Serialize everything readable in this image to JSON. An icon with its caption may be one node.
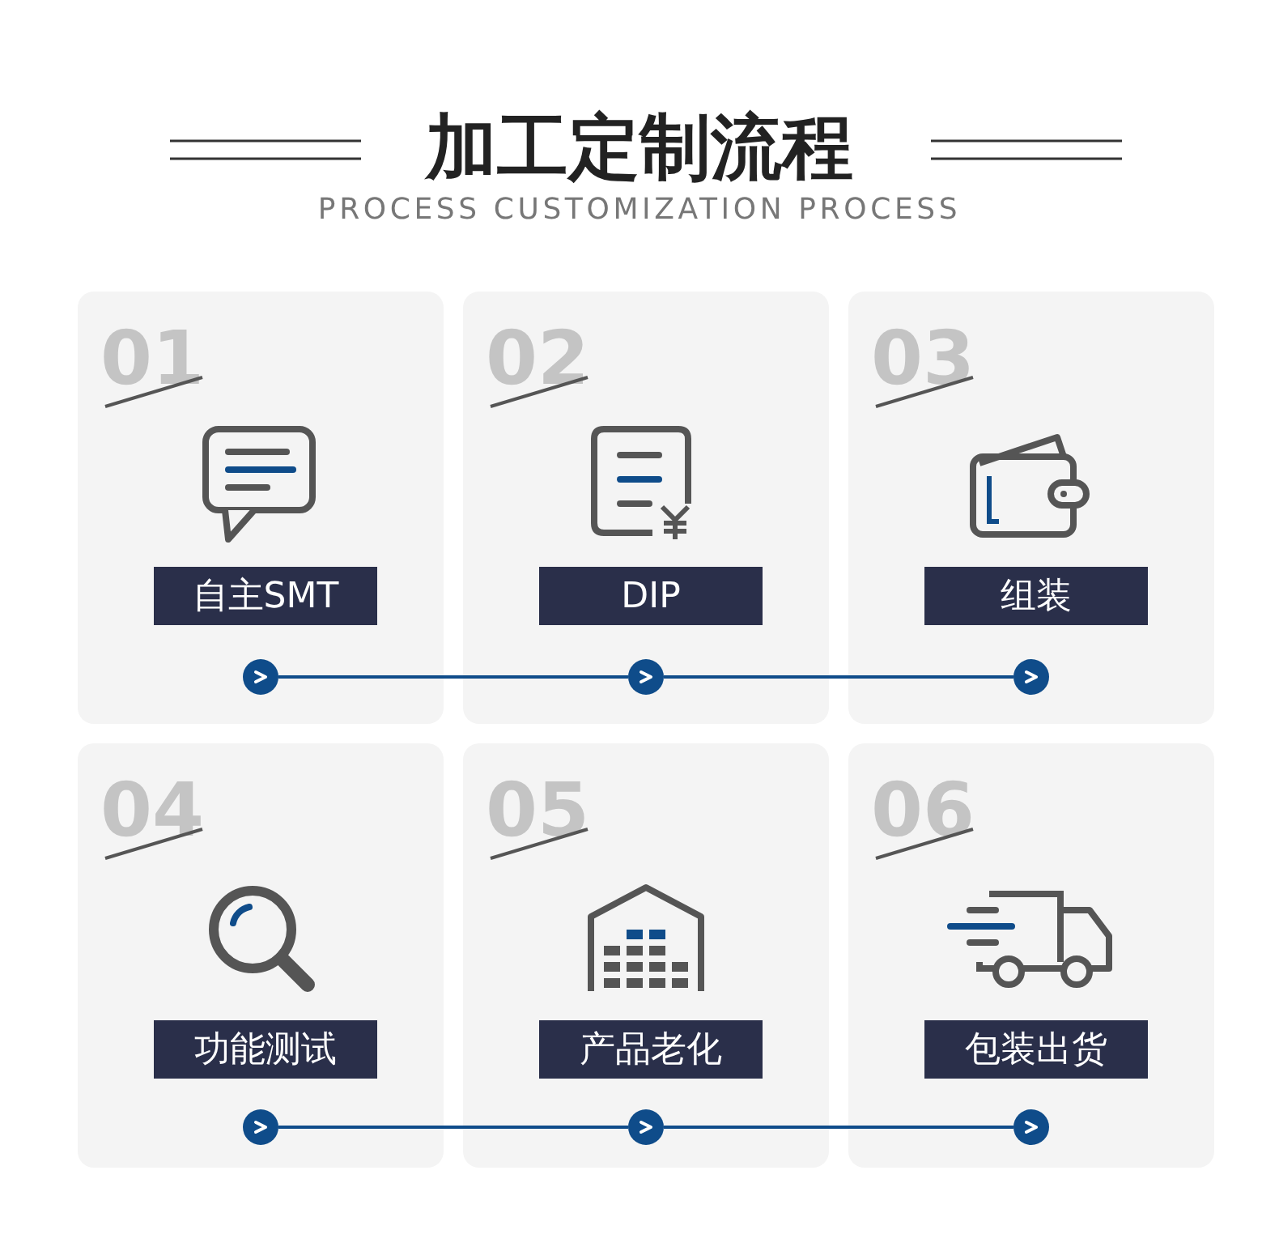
{
  "diagram": {
    "title": "加工定制流程",
    "nodes": [
      {
        "text": [
          "01"
        ]
      },
      {
        "text": [
          "自主SMT"
        ],
        "in": 0
      },
      {
        "text": [],
        "shape": "circle",
        "in": 0
      },
      {
        "text": [
          "02"
        ]
      },
      {
        "text": [
          "DIP"
        ],
        "in": 3
      },
      {
        "text": [],
        "shape": "circle",
        "in": 3
      },
      {
        "text": [
          "03"
        ]
      },
      {
        "text": [
          "组装"
        ],
        "in": 6
      },
      {
        "text": [],
        "shape": "circle",
        "in": 6
      },
      {
        "text": [
          "04"
        ]
      },
      {
        "text": [
          "功能测试"
        ],
        "in": 9
      },
      {
        "text": [],
        "shape": "circle",
        "in": 9
      },
      {
        "text": [
          "05"
        ]
      },
      {
        "text": [
          "产品老化"
        ],
        "in": 12
      },
      {
        "text": [],
        "shape": "circle",
        "in": 12
      },
      {
        "text": [
          "06"
        ]
      },
      {
        "text": [
          "包装出货"
        ],
        "in": 15
      },
      {
        "text": [],
        "shape": "circle",
        "in": 15
      }
    ],
    "edges": [
      {
        "from": 2,
        "to": 5,
        "arrow": "none"
      },
      {
        "from": 5,
        "to": 8,
        "arrow": "none"
      },
      {
        "from": 11,
        "to": 14,
        "arrow": "none"
      },
      {
        "from": 14,
        "to": 17,
        "arrow": "none"
      }
    ],
    "labels": [
      "PROCESS CUSTOMIZATION PROCESS"
    ]
  }
}
